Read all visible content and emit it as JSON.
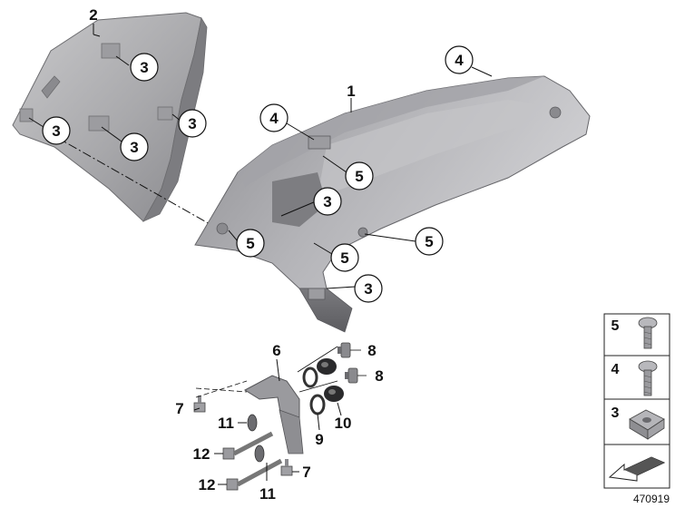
{
  "diagram": {
    "document_number": "470919",
    "callouts": {
      "c2": "2",
      "c3a": "3",
      "c3b": "3",
      "c3c": "3",
      "c3d": "3",
      "c3e": "3",
      "c3f": "3",
      "c4a": "4",
      "c4b": "4",
      "c1": "1",
      "c5a": "5",
      "c5b": "5",
      "c5c": "5",
      "c5d": "5",
      "c6": "6",
      "c7a": "7",
      "c7b": "7",
      "c8a": "8",
      "c8b": "8",
      "c9": "9",
      "c10": "10",
      "c11a": "11",
      "c11b": "11",
      "c12a": "12",
      "c12b": "12"
    },
    "legend": {
      "rows": [
        {
          "number": "5",
          "icon": "flange-bolt-short-icon"
        },
        {
          "number": "4",
          "icon": "flange-bolt-long-icon"
        },
        {
          "number": "3",
          "icon": "clip-nut-icon"
        },
        {
          "number": "",
          "icon": "arrow-symbol-icon"
        }
      ]
    }
  }
}
